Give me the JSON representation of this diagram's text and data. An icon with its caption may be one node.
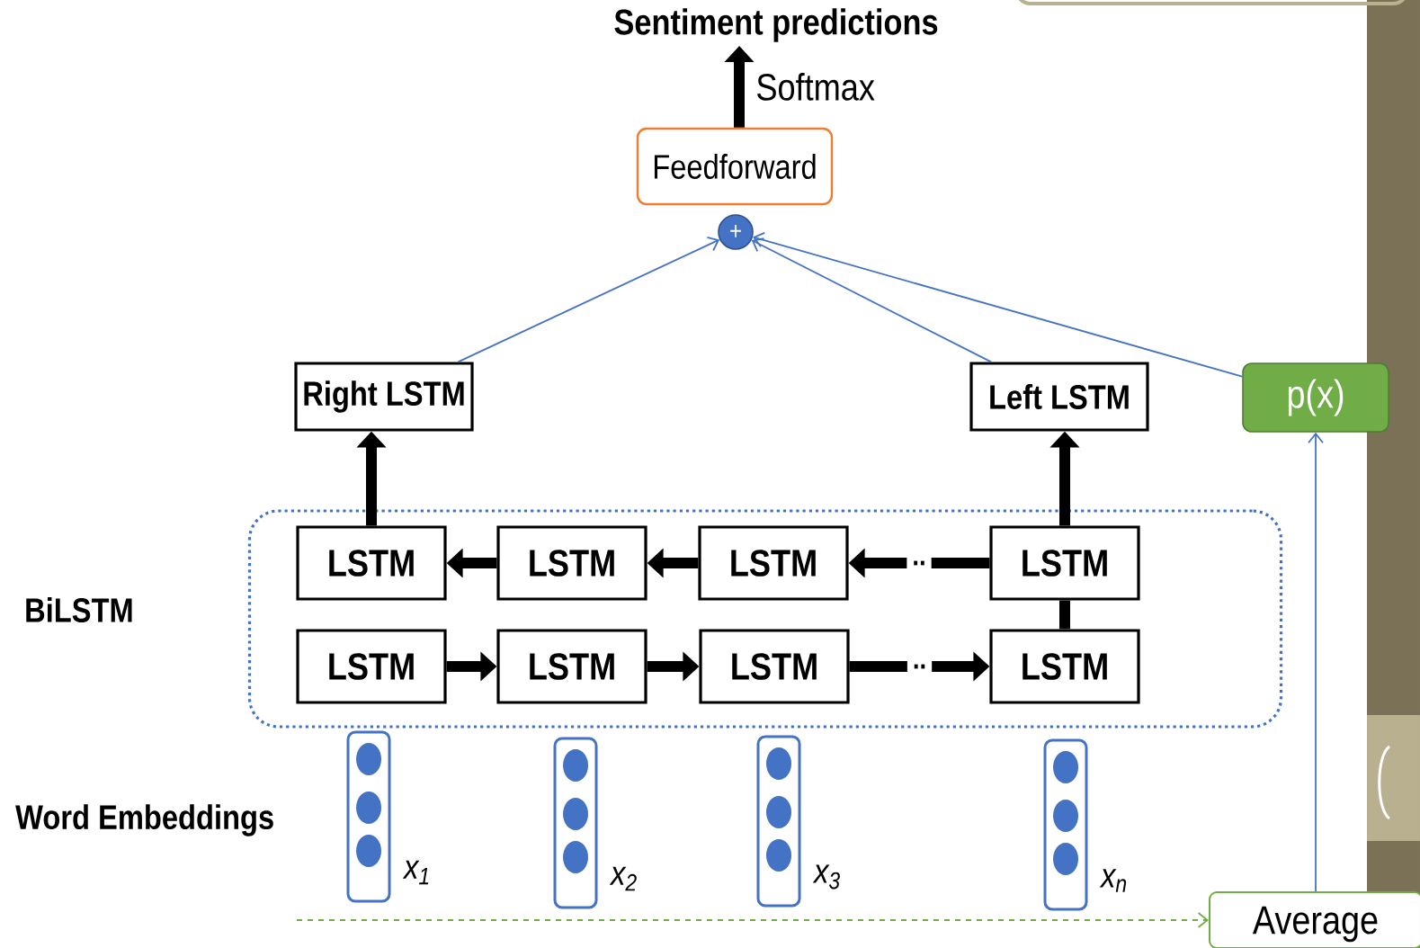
{
  "diagram": {
    "nodes": [
      {
        "text": [
          "Sentiment predictions"
        ]
      },
      {
        "text": [
          "Feedforward"
        ]
      },
      {
        "text": [
          "+"
        ]
      },
      {
        "text": [
          "BiLSTM"
        ]
      },
      {
        "text": [
          "Right LSTM"
        ]
      },
      {
        "text": [
          "Left LSTM"
        ]
      },
      {
        "text": [
          "p(x)"
        ]
      },
      {
        "text": [
          "LSTM"
        ],
        "in": 3
      },
      {
        "text": [
          "LSTM"
        ],
        "in": 3
      },
      {
        "text": [
          "LSTM"
        ],
        "in": 3
      },
      {
        "text": [
          "LSTM"
        ],
        "in": 3
      },
      {
        "text": [
          "LSTM"
        ],
        "in": 3
      },
      {
        "text": [
          "LSTM"
        ],
        "in": 3
      },
      {
        "text": [
          "LSTM"
        ],
        "in": 3
      },
      {
        "text": [
          "LSTM"
        ],
        "in": 3
      },
      {
        "text": [],
        "shape": "box",
        "beside": [
          "x$_{1}$"
        ]
      },
      {
        "text": [],
        "shape": "box",
        "beside": [
          "x$_{2}$"
        ]
      },
      {
        "text": [],
        "shape": "box",
        "beside": [
          "x$_{3}$"
        ]
      },
      {
        "text": [],
        "shape": "box",
        "beside": [
          "x$_{n}$"
        ]
      },
      {
        "text": [
          "Average"
        ]
      }
    ],
    "edges": [
      {
        "from": 1,
        "to": 0,
        "arrow": "to",
        "label": "Softmax"
      },
      {
        "from": 4,
        "to": 2,
        "arrow": "to",
        "color": "#4472c4"
      },
      {
        "from": 5,
        "to": 2,
        "arrow": "to",
        "color": "#4472c4"
      },
      {
        "from": 6,
        "to": 2,
        "arrow": "to",
        "color": "#4472c4"
      },
      {
        "from": 7,
        "to": 4,
        "arrow": "to"
      },
      {
        "from": 10,
        "to": 5,
        "arrow": "to"
      },
      {
        "from": 14,
        "to": 10,
        "arrow": "none"
      },
      {
        "from": 8,
        "to": 7,
        "arrow": "to"
      },
      {
        "from": 9,
        "to": 8,
        "arrow": "to"
      },
      {
        "from": 10,
        "to": 9,
        "arrow": "to",
        "label": ".."
      },
      {
        "from": 11,
        "to": 12,
        "arrow": "to"
      },
      {
        "from": 12,
        "to": 13,
        "arrow": "to"
      },
      {
        "from": 13,
        "to": 14,
        "arrow": "to",
        "label": ".."
      },
      {
        "from": 19,
        "to": 6,
        "arrow": "to",
        "color": "#4472c4"
      },
      {
        "from": null,
        "to": 19,
        "arrow": "to",
        "style": "dashed",
        "color": "#70ad47"
      }
    ],
    "labels": [
      "Word Embeddings"
    ]
  }
}
